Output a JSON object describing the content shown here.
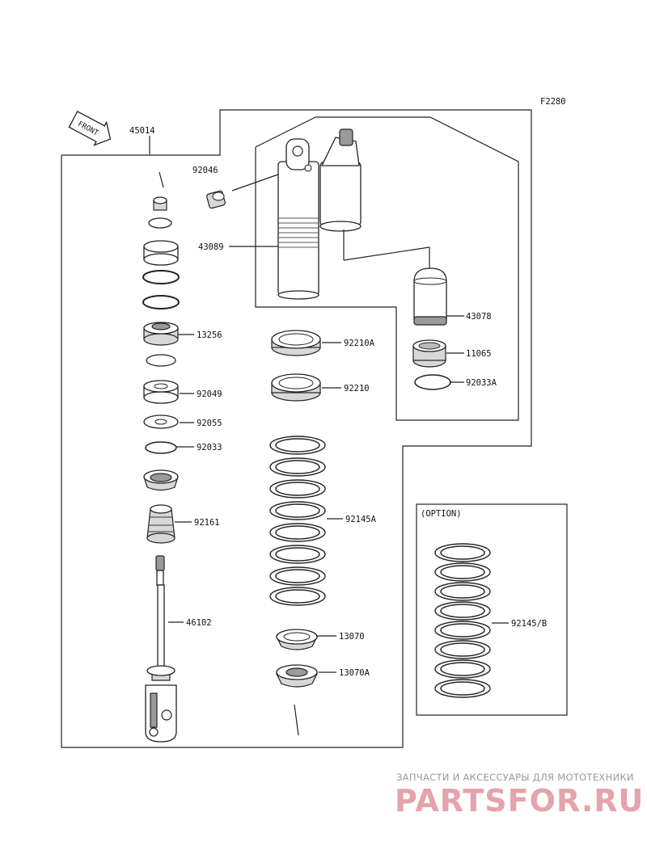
{
  "diagram": {
    "figure_code": "F2280",
    "front_label": "FRONT",
    "option_label": "(OPTION)",
    "part_numbers": {
      "p45014": "45014",
      "p92046": "92046",
      "p43089": "43089",
      "p43078": "43078",
      "p11065": "11065",
      "p92033A": "92033A",
      "p13256": "13256",
      "p92210A": "92210A",
      "p92210": "92210",
      "p92049": "92049",
      "p92055": "92055",
      "p92033": "92033",
      "p92161": "92161",
      "p92145A": "92145A",
      "p92145B": "92145/B",
      "p46102": "46102",
      "p13070": "13070",
      "p13070A": "13070A"
    }
  },
  "watermark": {
    "caption": "ЗАПЧАСТИ И АКСЕССУАРЫ ДЛЯ МОТОТЕХНИКИ",
    "brand": "PARTSFOR.RU"
  }
}
